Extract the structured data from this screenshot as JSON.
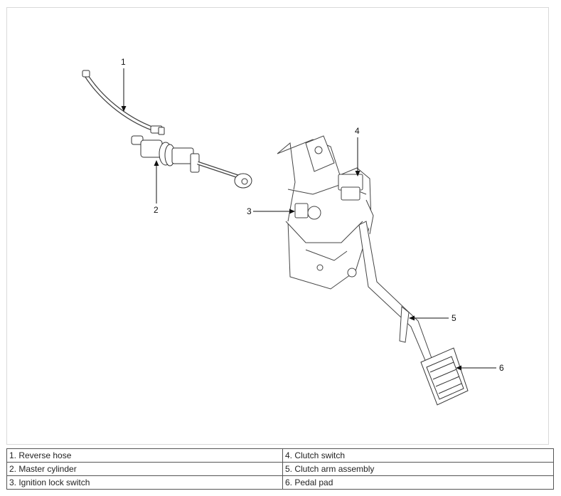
{
  "callouts": {
    "c1": "1",
    "c2": "2",
    "c3": "3",
    "c4": "4",
    "c5": "5",
    "c6": "6"
  },
  "legend": {
    "rows": [
      {
        "left": "1. Reverse hose",
        "right": "4. Clutch switch"
      },
      {
        "left": "2. Master cylinder",
        "right": "5. Clutch arm assembly"
      },
      {
        "left": "3. Ignition lock switch",
        "right": "6. Pedal pad"
      }
    ]
  }
}
